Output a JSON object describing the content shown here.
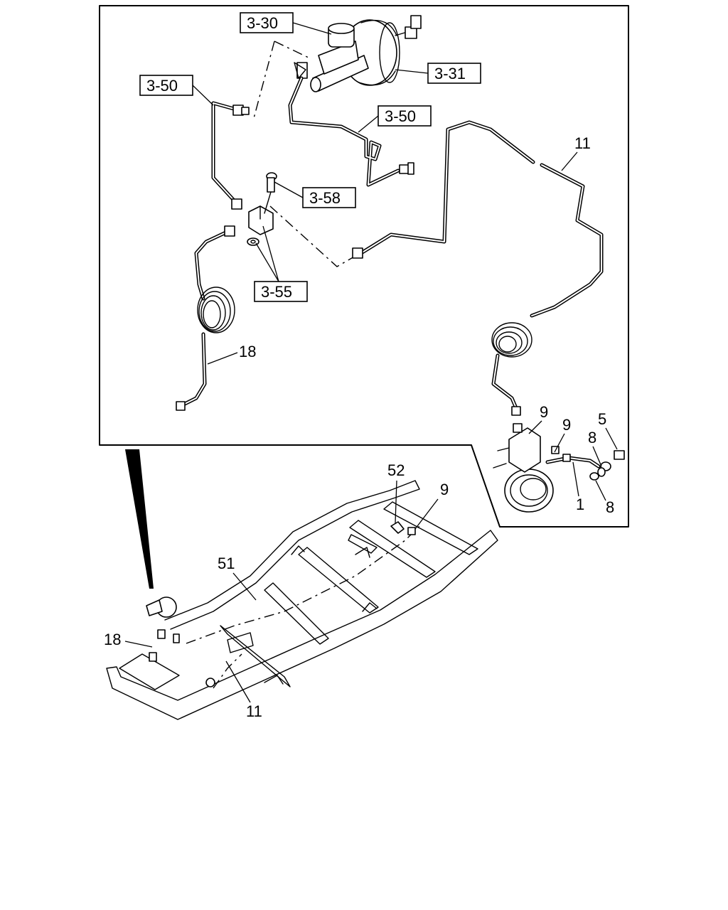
{
  "callouts": {
    "ref_3_30": "3-30",
    "ref_3_31": "3-31",
    "ref_3_50_left": "3-50",
    "ref_3_50_right": "3-50",
    "ref_3_58": "3-58",
    "ref_3_55": "3-55",
    "part_11_top": "11",
    "part_18_top": "18",
    "part_9_a": "9",
    "part_9_b": "9",
    "part_5": "5",
    "part_8_a": "8",
    "part_8_b": "8",
    "part_1": "1",
    "part_52": "52",
    "part_9_frame": "9",
    "part_51": "51",
    "part_18_frame": "18",
    "part_11_frame": "11"
  }
}
